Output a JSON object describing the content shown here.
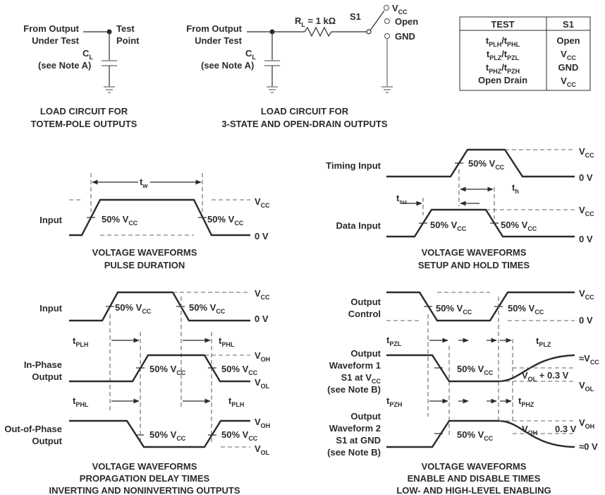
{
  "circuit1": {
    "from_output": "From Output",
    "under_test": "Under Test",
    "test": "Test",
    "point": "Point",
    "cl": "C",
    "cl_sub": "L",
    "note": "(see Note A)",
    "cap1": "LOAD CIRCUIT FOR",
    "cap2": "TOTEM-POLE OUTPUTS"
  },
  "circuit2": {
    "from_output": "From Output",
    "under_test": "Under Test",
    "cl": "C",
    "cl_sub": "L",
    "note": "(see Note A)",
    "rl": "R",
    "rl_sub": "L",
    "rl_val": " = 1 kΩ",
    "s1": "S1",
    "vcc": "V",
    "vcc_sub": "CC",
    "open": "Open",
    "gnd": "GND",
    "cap1": "LOAD CIRCUIT FOR",
    "cap2": "3-STATE AND OPEN-DRAIN OUTPUTS"
  },
  "table": {
    "headers": [
      "TEST",
      "S1"
    ],
    "rows": [
      {
        "t1": "t",
        "s1": "PLH",
        "mid": "/t",
        "s2": "PHL",
        "v": "Open",
        "vsub": ""
      },
      {
        "t1": "t",
        "s1": "PLZ",
        "mid": "/t",
        "s2": "PZL",
        "v": "V",
        "vsub": "CC"
      },
      {
        "t1": "t",
        "s1": "PHZ",
        "mid": "/t",
        "s2": "PZH",
        "v": "GND",
        "vsub": ""
      },
      {
        "t1": "Open Drain",
        "s1": "",
        "mid": "",
        "s2": "",
        "v": "V",
        "vsub": "CC"
      }
    ]
  },
  "common": {
    "v": "V",
    "cc": "CC",
    "zero_v": "0 V",
    "fifty": "50% V",
    "oh": "OH",
    "ol": "OL",
    "t": "t"
  },
  "pulse": {
    "input": "Input",
    "tw_sub": "w",
    "cap1": "VOLTAGE WAVEFORMS",
    "cap2": "PULSE DURATION"
  },
  "setup": {
    "timing_input": "Timing Input",
    "data_input": "Data Input",
    "tsu_sub": "su",
    "th_sub": "h",
    "cap1": "VOLTAGE WAVEFORMS",
    "cap2": "SETUP AND HOLD TIMES"
  },
  "prop": {
    "input": "Input",
    "in_phase1": "In-Phase",
    "in_phase2": "Output",
    "out_phase1": "Out-of-Phase",
    "out_phase2": "Output",
    "plh": "PLH",
    "phl": "PHL",
    "cap1": "VOLTAGE WAVEFORMS",
    "cap2": "PROPAGATION DELAY TIMES",
    "cap3": "INVERTING AND NONINVERTING OUTPUTS"
  },
  "enable": {
    "oc1": "Output",
    "oc2": "Control",
    "w1a": "Output",
    "w1b": "Waveform 1",
    "w1c": "S1 at V",
    "w1d": "(see Note B)",
    "w2a": "Output",
    "w2b": "Waveform 2",
    "w2c": "S1 at GND",
    "w2d": "(see Note B)",
    "pzl": "PZL",
    "plz": "PLZ",
    "pzh": "PZH",
    "phz": "PHZ",
    "approx_vcc": "≈V",
    "approx_zero": "≈0 V",
    "vol_plus": " + 0.3 V",
    "point3": "0.3 V",
    "cap1": "VOLTAGE WAVEFORMS",
    "cap2": "ENABLE AND DISABLE TIMES",
    "cap3": "LOW- AND HIGH-LEVEL ENABLING"
  }
}
